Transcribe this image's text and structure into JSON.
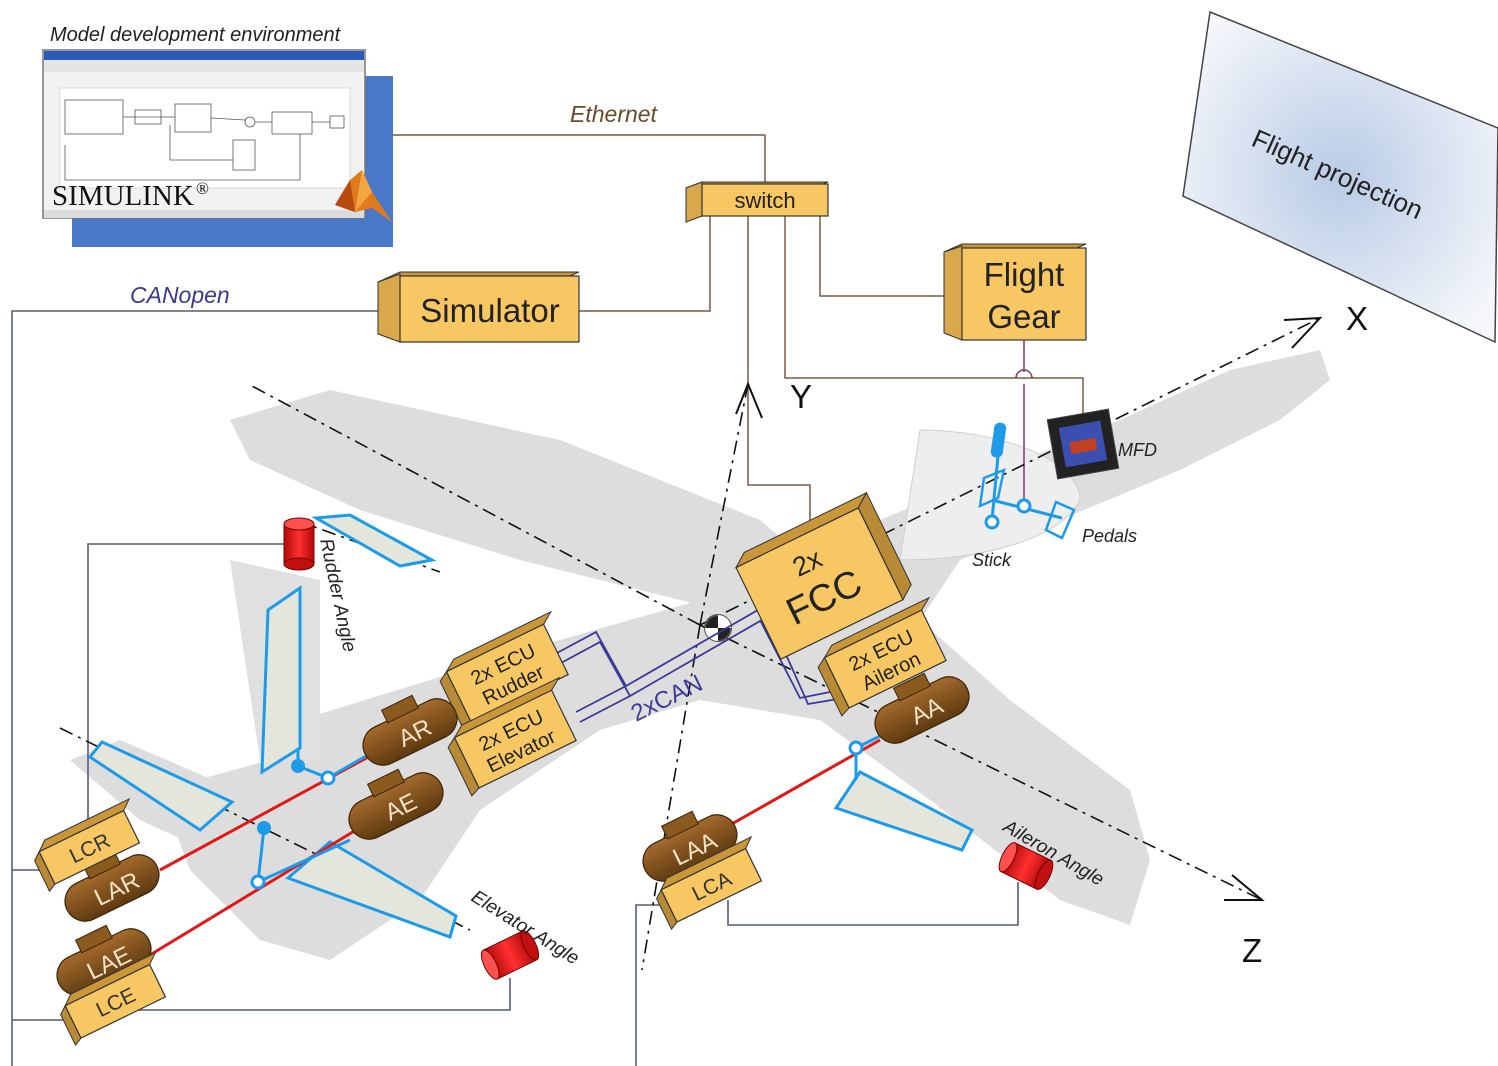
{
  "labels": {
    "model_env": "Model development environment",
    "simulink": "SIMULINK",
    "registered": "®",
    "ethernet": "Ethernet",
    "canopen": "CANopen",
    "switch": "switch",
    "simulator": "Simulator",
    "flightgear_line1": "Flight",
    "flightgear_line2": "Gear",
    "flight_projection": "Flight projection",
    "axis_x": "X",
    "axis_y": "Y",
    "axis_z": "Z",
    "mfd": "MFD",
    "pedals": "Pedals",
    "stick": "Stick",
    "fcc_line1": "2x",
    "fcc_line2": "FCC",
    "can": "2xCAN",
    "ecu_prefix": "2x ECU",
    "ecu_rudder": "Rudder",
    "ecu_elevator": "Elevator",
    "ecu_aileron": "Aileron",
    "act_ar": "AR",
    "act_ae": "AE",
    "act_aa": "AA",
    "act_lar": "LAR",
    "act_lae": "LAE",
    "act_laa": "LAA",
    "lc_lcr": "LCR",
    "lc_lce": "LCE",
    "lc_lca": "LCA",
    "rudder_angle": "Rudder Angle",
    "elevator_angle": "Elevator Angle",
    "aileron_angle": "Aileron Angle"
  },
  "colors": {
    "box_fill": "#f7c763",
    "box_dark": "#c9963a",
    "actuator": "#8b5a1e",
    "actuator_dark": "#5e3a10",
    "sensor": "#e01010",
    "control_blue": "#1e9be8",
    "can_blue": "#3a3a9a",
    "wire_brown": "#7a5a44",
    "wire_grey": "#555b77",
    "red_line": "#e01818",
    "plane_shadow": "#dcdcdc"
  }
}
